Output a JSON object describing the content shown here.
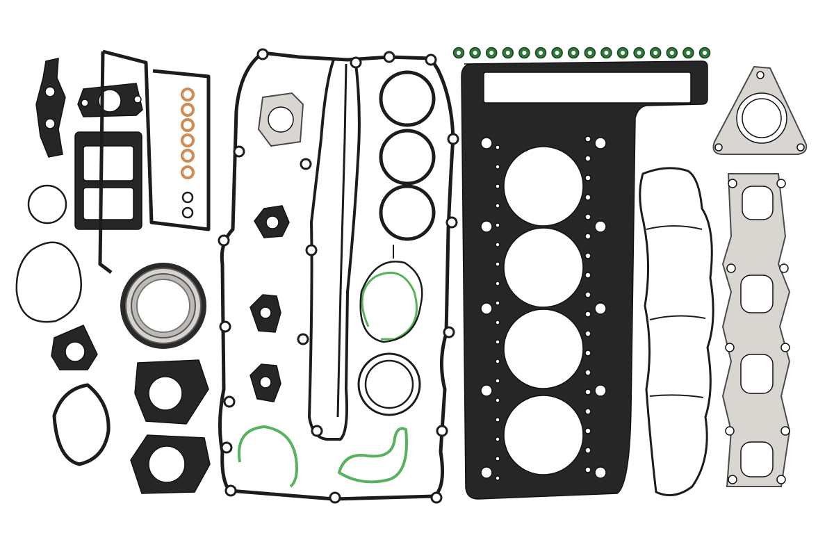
{
  "image": {
    "background": "#ffffff",
    "colors": {
      "rubber_black": "#1c1c1c",
      "head_gasket": "#262626",
      "multilayer_steel": "#d9d6d2",
      "green_seal": "#58b15c",
      "copper_washer": "#d08a52"
    },
    "objects": [
      "cylinder-head-gasket",
      "valve-cover-gasket",
      "valve-stem-seals",
      "exhaust-manifold-gasket",
      "turbo-flange-gasket",
      "oil-pan-gasket",
      "crankshaft-seal",
      "o-rings",
      "copper-washers",
      "green-seals",
      "small-flange-gaskets"
    ],
    "head_gasket_stamp": ""
  }
}
